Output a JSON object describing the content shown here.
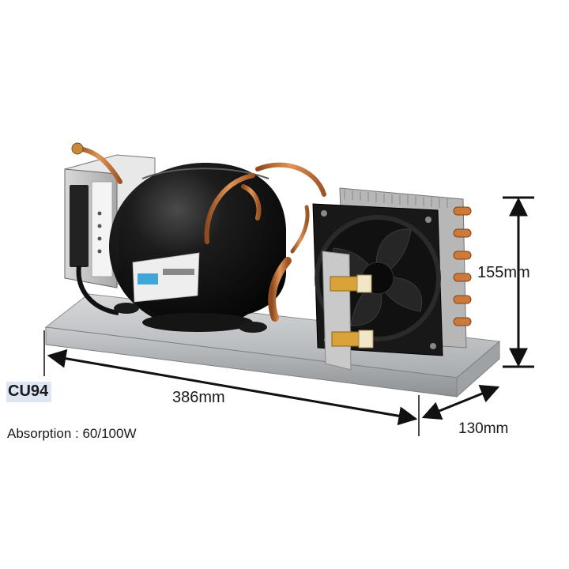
{
  "dimensions": {
    "height": "155mm",
    "length": "386mm",
    "depth": "130mm"
  },
  "model": "CU94",
  "absorption": "Absorption : 60/100W",
  "colors": {
    "compressor": "#121212",
    "fan_frame": "#181818",
    "copper": "#c8743a",
    "base_plate": "#b9bcbf",
    "label_highlight": "#dde6f2",
    "dimension_arrow": "#111111"
  },
  "icons": [
    "compressor-unit",
    "cooling-fan",
    "condenser-fins",
    "electronic-control-box",
    "dimension-arrow"
  ]
}
